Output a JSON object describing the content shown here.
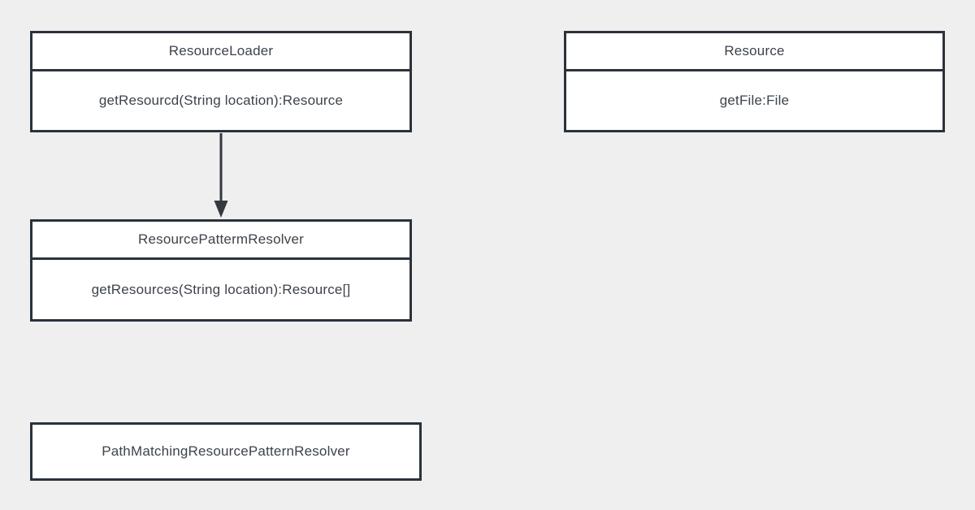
{
  "diagram": {
    "kind": "uml-class-diagram",
    "colors": {
      "background": "#efefef",
      "node_fill": "#ffffff",
      "node_border": "#2a323c",
      "text": "#3d434a",
      "connector": "#33393f"
    },
    "nodes": [
      {
        "id": "resource-loader",
        "title": "ResourceLoader",
        "members": [
          "getResourcd(String location):Resource"
        ]
      },
      {
        "id": "resource",
        "title": "Resource",
        "members": [
          "getFile:File"
        ]
      },
      {
        "id": "resource-patterm-resolver",
        "title": "ResourcePattermResolver",
        "members": [
          "getResources(String location):Resource[]"
        ]
      },
      {
        "id": "path-matching-resource-pattern-resolver",
        "title": "PathMatchingResourcePatternResolver",
        "members": []
      }
    ],
    "edges": [
      {
        "from": "resource-loader",
        "to": "resource-patterm-resolver",
        "style": "solid",
        "arrowhead": "filled-triangle-down"
      }
    ]
  }
}
